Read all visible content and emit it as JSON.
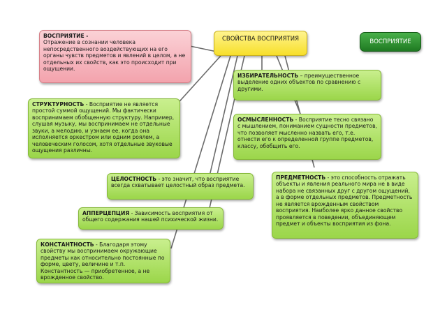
{
  "diagram": {
    "root": {
      "label": "СВОЙСТВА ВОСПРИЯТИЯ"
    },
    "badge": {
      "label": "ВОСПРИЯТИЕ"
    },
    "definition": {
      "title": "ВОСПРИЯТИЕ -",
      "text": "Отражение в сознании человека непосредственного воздействующих на его органы чувств предметов и явлений в целом, а не отдельных их свойств, как это происходит при ощущении."
    },
    "nodes": [
      {
        "id": "objectivity",
        "term": "ИЗБИРАТЕЛЬНОСТЬ",
        "text": " – преимущественное выделение одних объектов по сравнению с другими."
      },
      {
        "id": "structure",
        "term": "СТРУКТУРНОСТЬ",
        "text": " - Восприятие не является простой суммой ощущений. Мы фактически воспринимаем обобщенную структуру. Например, слушая музыку, мы воспринимаем не отдельные звуки, а мелодию, и узнаем ее, когда она исполняется оркестром или одним роялем, а человеческим голосом, хотя отдельные звуковые ощущения различны."
      },
      {
        "id": "meaning",
        "term": "ОСМЫСЛЕННОСТЬ",
        "text": " - Восприятие тесно связано с мышлением, пониманием сущности предметов, что позволяет мысленно назвать его, т.е. отнести его к определенной группе предметов, классу, обобщить его."
      },
      {
        "id": "integrity",
        "term": "ЦЕЛОСТНОСТЬ",
        "text": " - это значит, что восприятие всегда схватывает целостный образ предмета."
      },
      {
        "id": "objectness",
        "term": "ПРЕДМЕТНОСТЬ",
        "text": " - это способность отражать объекты и явления реального мира не в виде набора не связанных друг с другом ощущений, а в форме отдельных предметов. Предметность не является врожденным свойством восприятия. Наиболее ярко данное свойство проявляется в поведении, объединяющем предмет и объекты восприятия из фона."
      },
      {
        "id": "apperception",
        "term": "АППЕРЦЕПЦИЯ",
        "text": " - Зависимость восприятия от общего содержания нашей психической жизни."
      },
      {
        "id": "constancy",
        "term": "КОНСТАНТНОСТЬ",
        "text": " - Благодаря этому свойству мы воспринимаем окружающие предметы как относительно постоянные по форме, цвету, величине и т.п. Константность — приобретенное, а не врожденное свойство."
      }
    ]
  },
  "colors": {
    "node_fill": "#b5e46c",
    "root_fill": "#fbe85a",
    "definition_fill": "#f7b9c0",
    "badge_fill": "#2f8f32",
    "connector": "#6b6b6b"
  }
}
